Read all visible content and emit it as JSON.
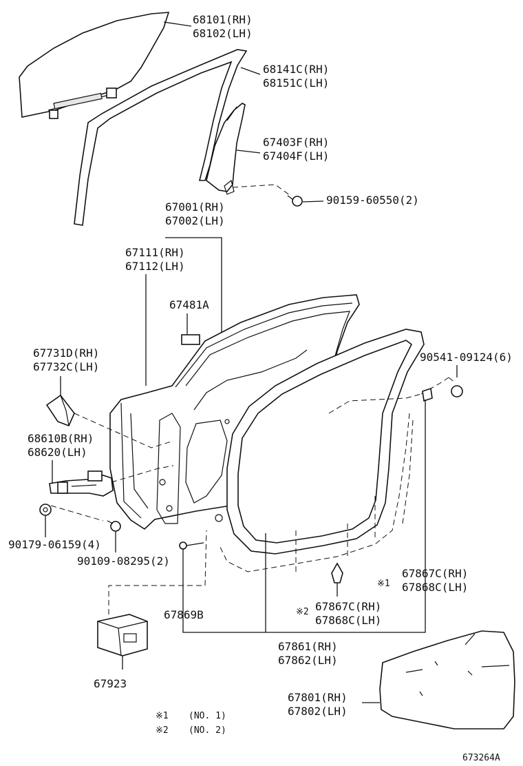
{
  "labels": {
    "p68101": "68101(RH)",
    "p68102": "68102(LH)",
    "p68141c": "68141C(RH)",
    "p68151c": "68151C(LH)",
    "p67403f": "67403F(RH)",
    "p67404f": "67404F(LH)",
    "p90159": "90159-60550(2)",
    "p67001": "67001(RH)",
    "p67002": "67002(LH)",
    "p67111": "67111(RH)",
    "p67112": "67112(LH)",
    "p67481a": "67481A",
    "p67731d": "67731D(RH)",
    "p67732c": "67732C(LH)",
    "p90541": "90541-09124(6)",
    "p68610b": "68610B(RH)",
    "p68620": "68620(LH)",
    "p90179": "90179-06159(4)",
    "p90109": "90109-08295(2)",
    "p67867c_1": "67867C(RH)",
    "p67868c_1": "67868C(LH)",
    "mark1": "※1",
    "mark2": "※2",
    "p67867c_2": "67867C(RH)",
    "p67868c_2": "67868C(LH)",
    "p67869b": "67869B",
    "p67861": "67861(RH)",
    "p67862": "67862(LH)",
    "p67923": "67923",
    "p67801": "67801(RH)",
    "p67802": "67802(LH)"
  },
  "legend": {
    "mark1": "※1",
    "note1": "(NO. 1)",
    "mark2": "※2",
    "note2": "(NO. 2)"
  },
  "diagram_id": "673264A"
}
